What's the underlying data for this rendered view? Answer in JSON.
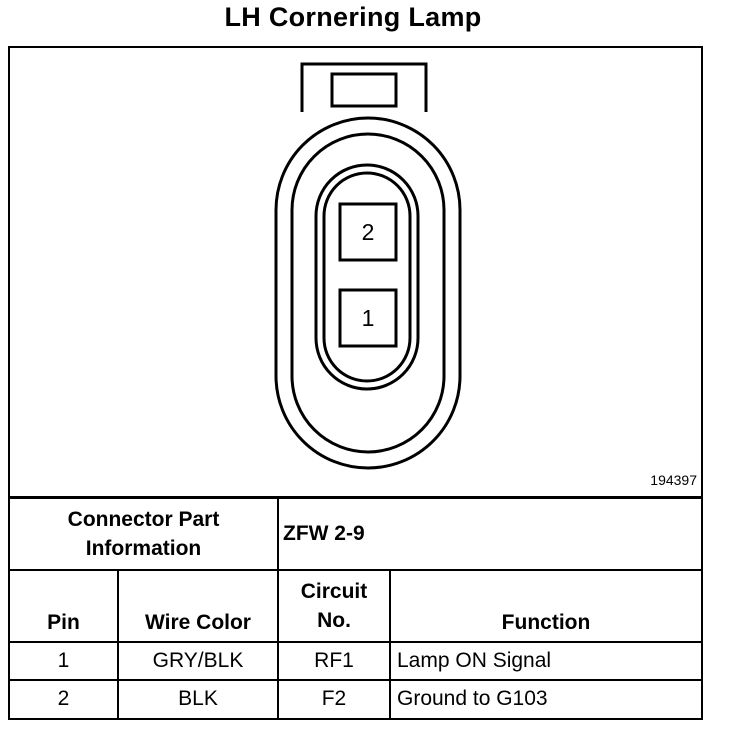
{
  "title": "LH Cornering Lamp",
  "figure_number": "194397",
  "connector_pins": {
    "upper": "2",
    "lower": "1"
  },
  "part_info": {
    "label_line1": "Connector Part",
    "label_line2": "Information",
    "value": "ZFW 2-9"
  },
  "headers": {
    "pin": "Pin",
    "wire_color": "Wire Color",
    "circuit_line1": "Circuit",
    "circuit_line2": "No.",
    "function": "Function"
  },
  "rows": [
    {
      "pin": "1",
      "wire_color": "GRY/BLK",
      "circuit": "RF1",
      "function": "Lamp ON Signal"
    },
    {
      "pin": "2",
      "wire_color": "BLK",
      "circuit": "F2",
      "function": "Ground to G103"
    }
  ]
}
